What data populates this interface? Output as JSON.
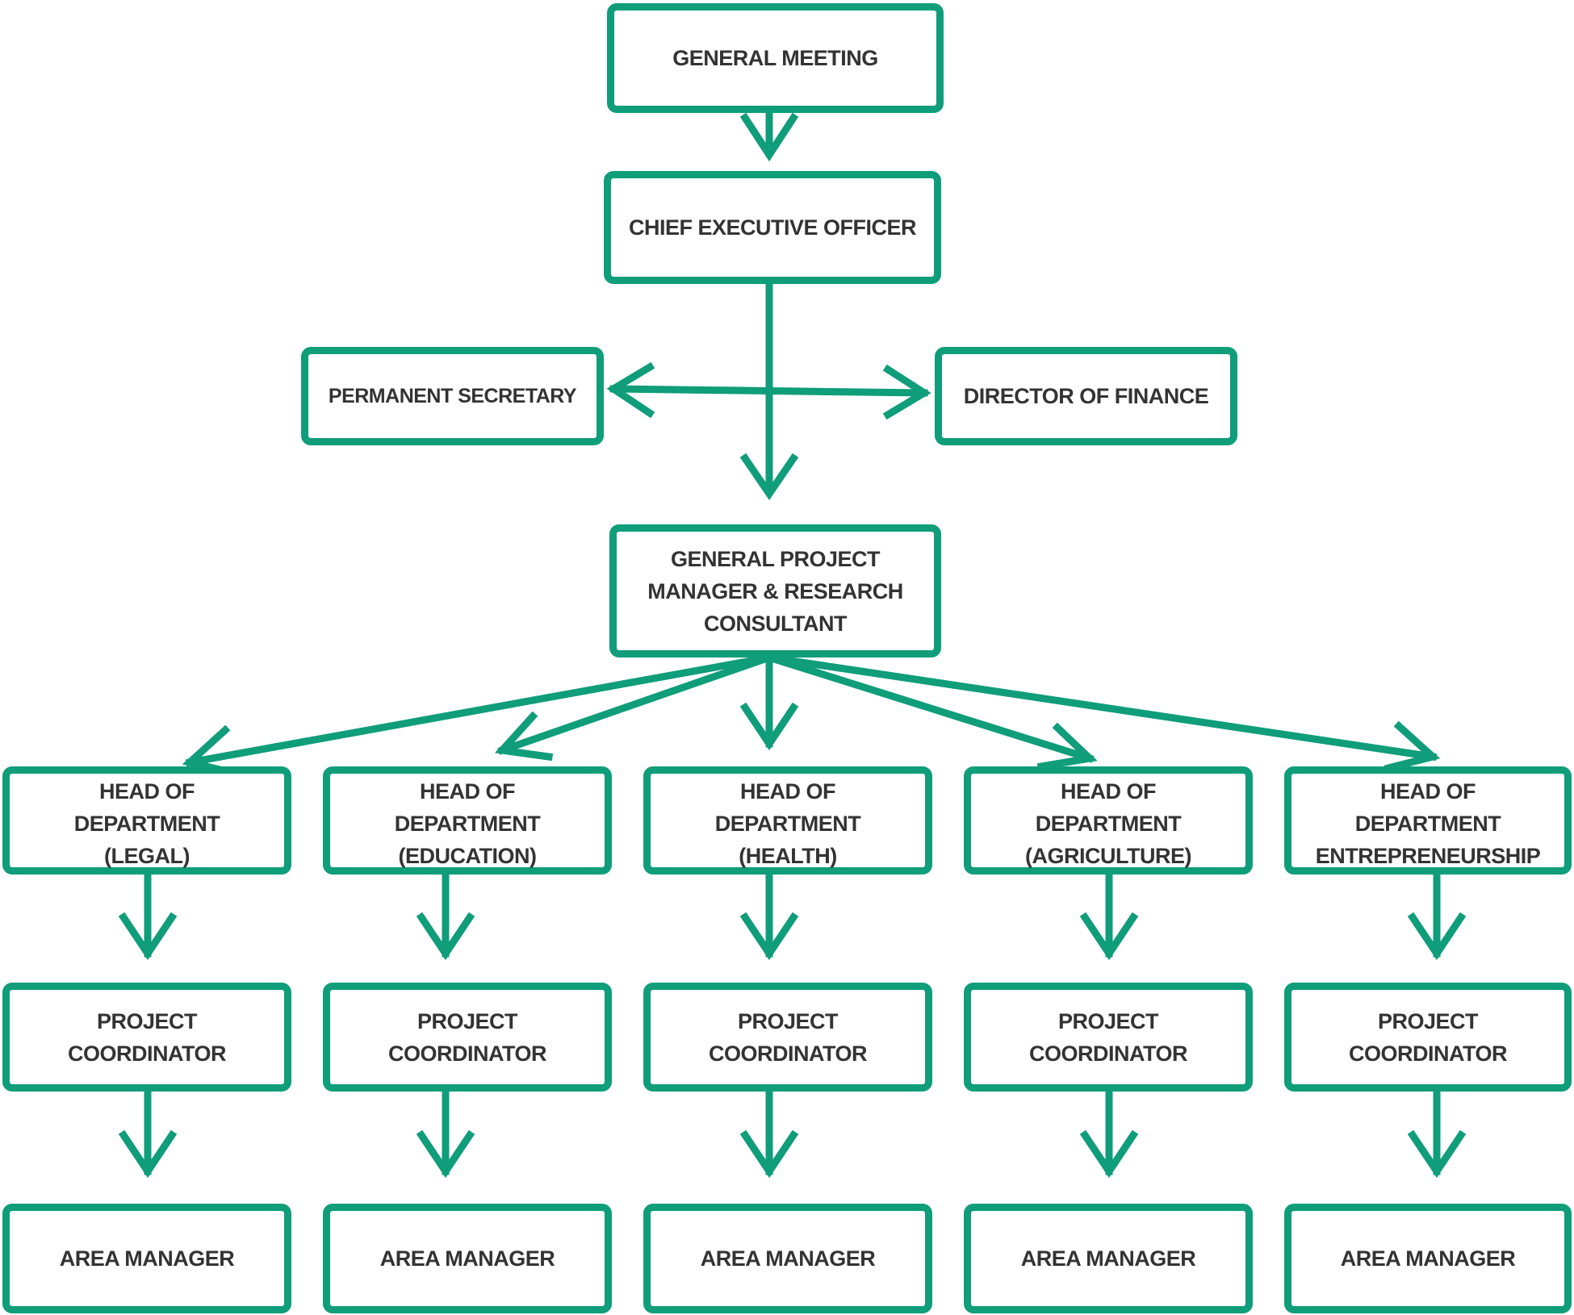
{
  "accent_color": "#0f9d7a",
  "text_color": "#333333",
  "nodes": {
    "general_meeting": "GENERAL MEETING",
    "ceo": "CHIEF EXECUTIVE OFFICER",
    "permanent_secretary": "PERMANENT SECRETARY",
    "director_finance": "DIRECTOR OF FINANCE",
    "gpm": "GENERAL PROJECT\nMANAGER & RESEARCH\nCONSULTANT",
    "departments": [
      {
        "head": "HEAD OF\nDEPARTMENT\n(LEGAL)",
        "coordinator": "PROJECT\nCOORDINATOR",
        "area_manager": "AREA MANAGER"
      },
      {
        "head": "HEAD OF\nDEPARTMENT\n(EDUCATION)",
        "coordinator": "PROJECT\nCOORDINATOR",
        "area_manager": "AREA MANAGER"
      },
      {
        "head": "HEAD OF\nDEPARTMENT\n(HEALTH)",
        "coordinator": "PROJECT\nCOORDINATOR",
        "area_manager": "AREA MANAGER"
      },
      {
        "head": "HEAD OF\nDEPARTMENT\n(AGRICULTURE)",
        "coordinator": "PROJECT\nCOORDINATOR",
        "area_manager": "AREA MANAGER"
      },
      {
        "head": "HEAD OF\nDEPARTMENT\nENTREPRENEURSHIP",
        "coordinator": "PROJECT\nCOORDINATOR",
        "area_manager": "AREA MANAGER"
      }
    ]
  }
}
